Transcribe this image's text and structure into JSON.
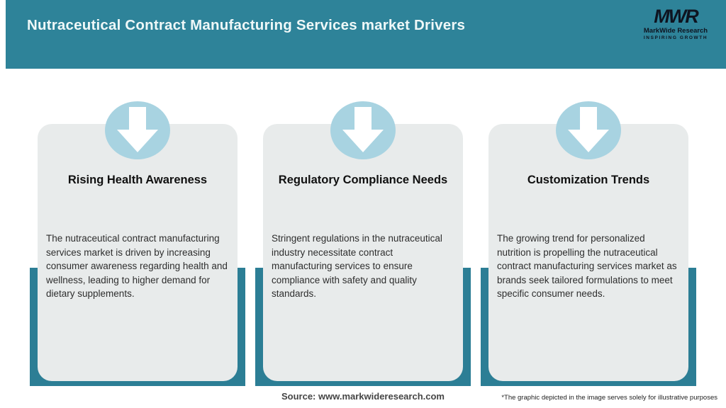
{
  "header": {
    "title": "Nutraceutical Contract Manufacturing Services market Drivers",
    "logo": {
      "monogram": "MWR",
      "name": "MarkWide Research",
      "tagline": "INSPIRING GROWTH"
    }
  },
  "cards": [
    {
      "icon": "down-arrow",
      "title": "Rising Health Awareness",
      "body": "The nutraceutical contract manufacturing services market is driven by increasing consumer awareness regarding health and wellness, leading to higher demand for dietary supplements."
    },
    {
      "icon": "down-arrow",
      "title": "Regulatory Compliance Needs",
      "body": "Stringent regulations in the nutraceutical industry necessitate contract manufacturing services to ensure compliance with safety and quality standards."
    },
    {
      "icon": "down-arrow",
      "title": "Customization Trends",
      "body": "The growing trend for personalized nutrition is propelling the nutraceutical contract manufacturing services market as brands seek tailored formulations to meet specific consumer needs."
    }
  ],
  "footer": {
    "source": "Source: www.markwideresearch.com",
    "disclaimer": "*The graphic depicted in the image serves solely for illustrative purposes"
  },
  "colors": {
    "header_teal": "#2E8399",
    "frame_teal": "#2C7E95",
    "circle_blue": "#A8D3E1",
    "card_gray": "#E8EBEB",
    "title_text": "#EFF8F8",
    "logo_black": "#0E1420"
  }
}
